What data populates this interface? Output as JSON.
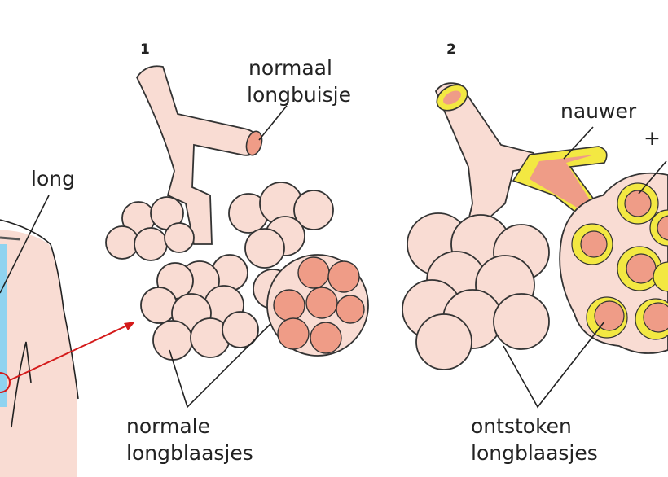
{
  "labels": {
    "long": "long",
    "panel1_number": "1",
    "panel2_number": "2",
    "normaal_line1": "normaal",
    "normaal_line2": "longbuisje",
    "normale_line1": "normale",
    "normale_line2": "longblaasjes",
    "nauwer": "nauwer",
    "plus": "+",
    "ontstoken_line1": "ontstoken",
    "ontstoken_line2": "longblaasjes"
  },
  "colors": {
    "tissue": "#f9dcd3",
    "inflamed": "#ef9c87",
    "mucus": "#f3e842",
    "lung": "#8fd3f0",
    "arrow": "#d41a1a"
  }
}
